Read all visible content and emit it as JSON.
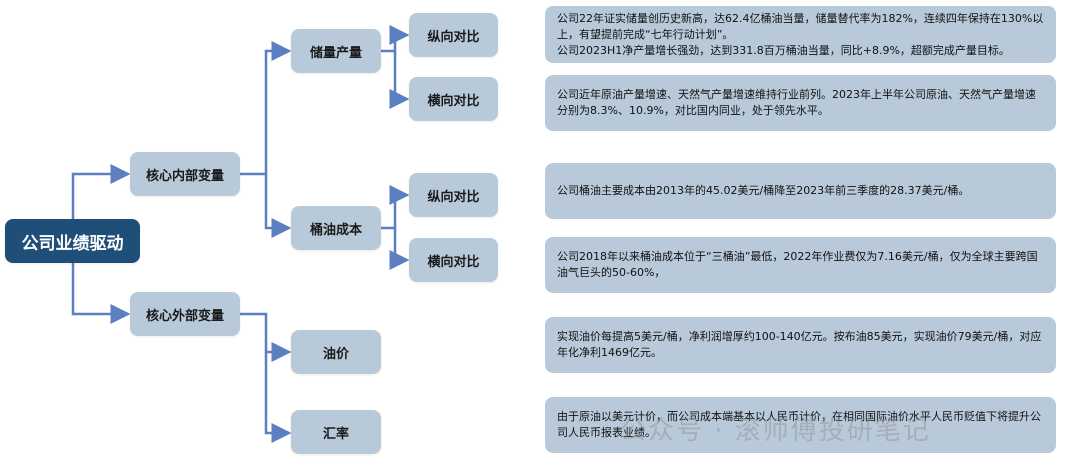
{
  "root": "公司业绩驱动",
  "internal": {
    "label": "核心内部变量",
    "reserves": {
      "label": "储量产量",
      "vertical": "纵向对比",
      "horizontal": "横向对比",
      "vertical_text": "公司22年证实储量创历史新高，达62.4亿桶油当量，储量替代率为182%，连续四年保持在130%以上，有望提前完成“七年行动计划”。\n公司2023H1净产量增长强劲，达到331.8百万桶油当量，同比+8.9%，超额完成产量目标。",
      "horizontal_text": "公司近年原油产量增速、天然气产量增速维持行业前列。2023年上半年公司原油、天然气产量增速分别为8.3%、10.9%，对比国内同业，处于领先水平。"
    },
    "cost": {
      "label": "桶油成本",
      "vertical": "纵向对比",
      "horizontal": "横向对比",
      "vertical_text": "公司桶油主要成本由2013年的45.02美元/桶降至2023年前三季度的28.37美元/桶。",
      "horizontal_text": "公司2018年以来桶油成本位于“三桶油”最低，2022年作业费仅为7.16美元/桶，仅为全球主要跨国油气巨头的50-60%，"
    }
  },
  "external": {
    "label": "核心外部变量",
    "oil_price": {
      "label": "油价",
      "text": "实现油价每提高5美元/桶，净利润增厚约100-140亿元。按布油85美元，实现油价79美元/桶，对应年化净利1469亿元。"
    },
    "fx": {
      "label": "汇率",
      "text": "由于原油以美元计价，而公司成本端基本以人民币计价，在相同国际油价水平人民币贬值下将提升公司人民币报表业绩。"
    }
  },
  "watermark": "公众号 · 滚师傅投研笔记",
  "colors": {
    "node": "#b8cada",
    "root": "#1f4e79",
    "connector": "#5b7fc0"
  }
}
